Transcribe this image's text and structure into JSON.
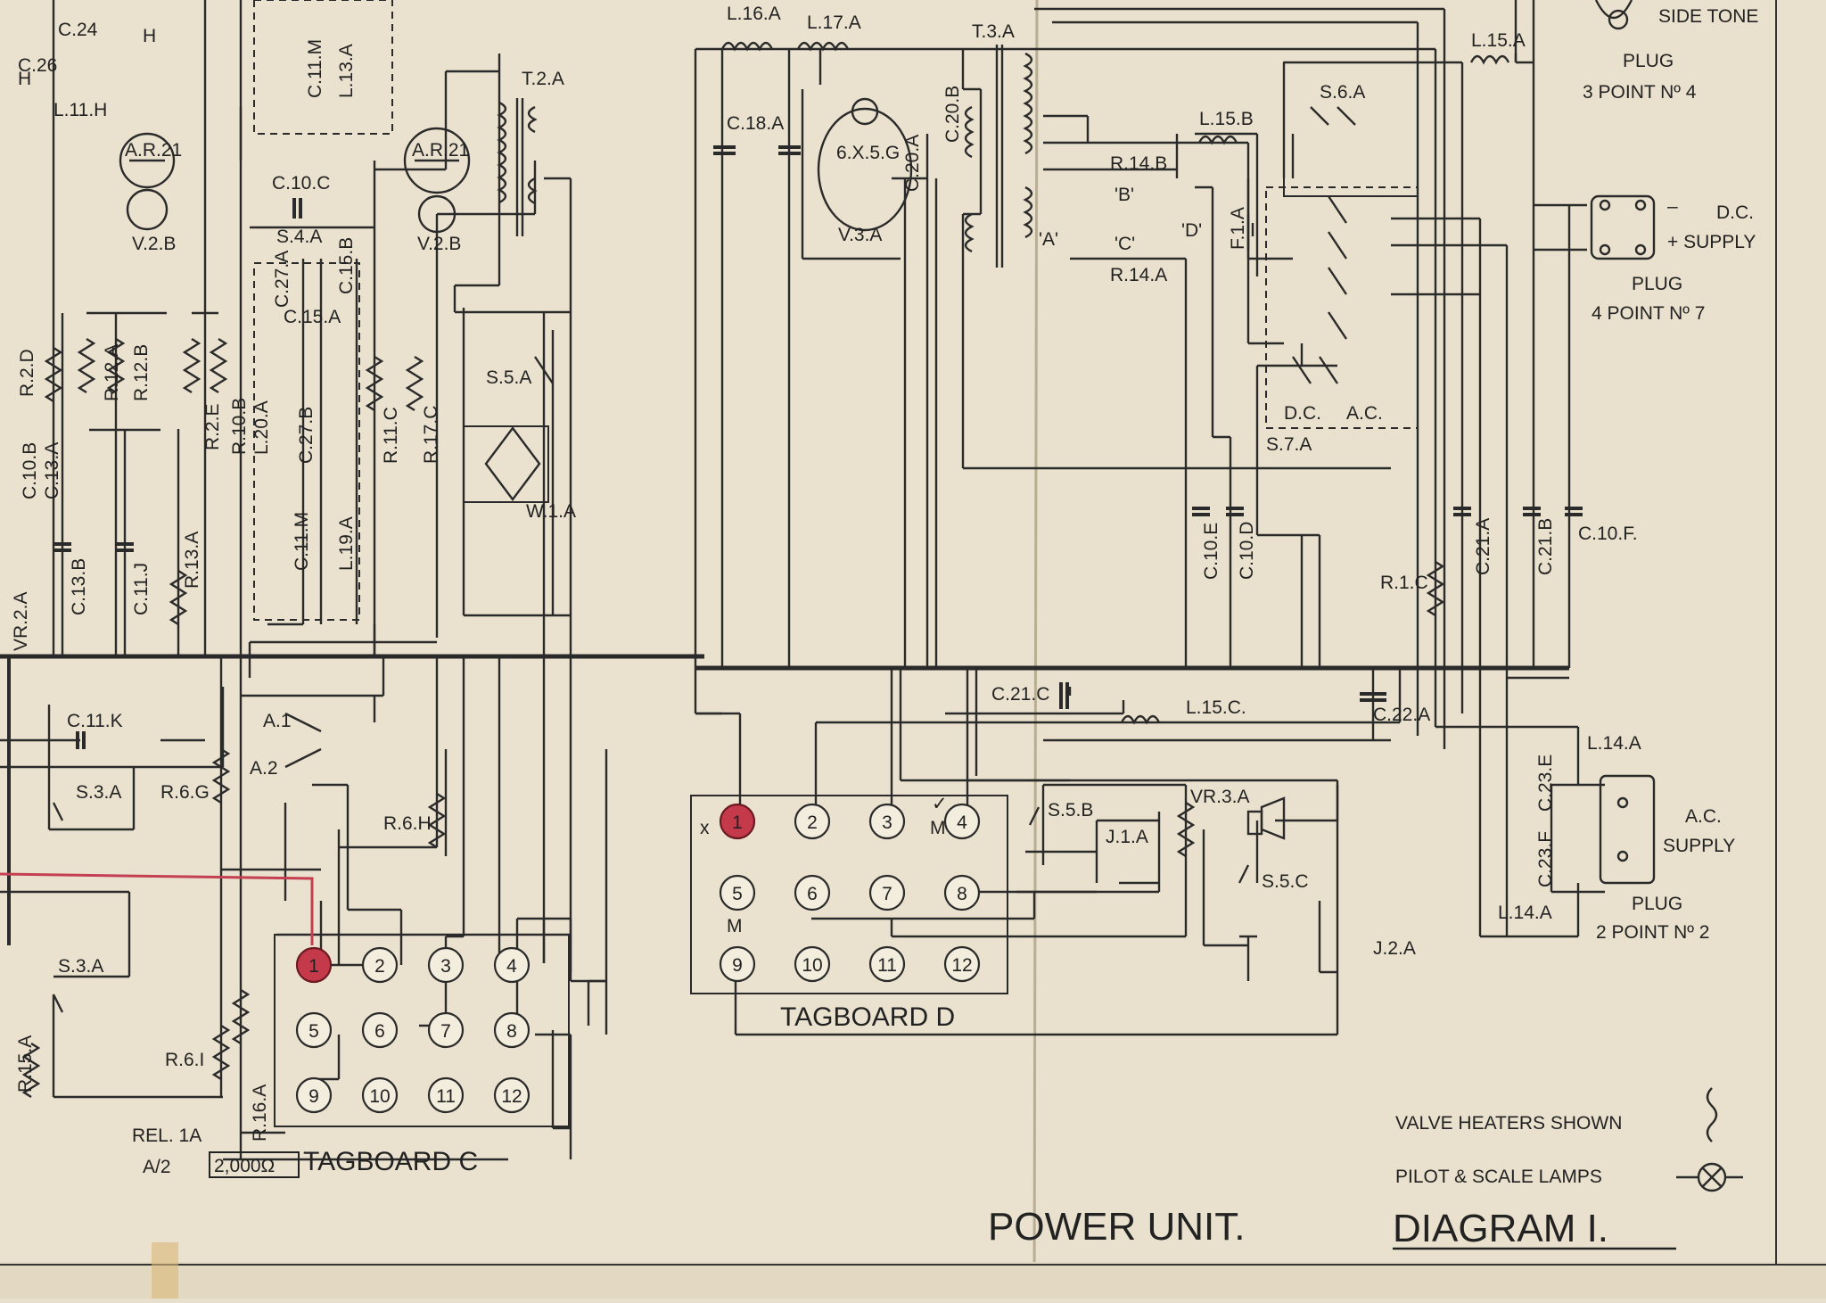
{
  "diagram": {
    "title": "POWER UNIT.",
    "diagram_no": "DIAGRAM I.",
    "tagboard_c": "TAGBOARD C",
    "tagboard_d": "TAGBOARD D",
    "rel_label": "REL. 1A",
    "rel_sub": "A/2",
    "rel_ohms": "2,000Ω",
    "legend": {
      "heaters": "VALVE HEATERS SHOWN",
      "lamps": "PILOT & SCALE LAMPS"
    },
    "plugs": {
      "side_tone": "SIDE TONE",
      "plug_a": "PLUG",
      "plug_a_sub": "3 POINT Nº 4",
      "dc_minus": "–",
      "dc_label": "D.C.",
      "dc_plus": "+ SUPPLY",
      "plug_b": "PLUG",
      "plug_b_sub": "4 POINT Nº 7",
      "ac_label": "A.C.",
      "ac_supply": "SUPPLY",
      "plug_c": "PLUG",
      "plug_c_sub": "2 POINT Nº 2"
    },
    "valves": {
      "v2b_left_type": "A.R.21",
      "v2b_left": "V.2.B",
      "v2b_right_type": "A.R.21",
      "v2b_right": "V.2.B",
      "v3a_type": "6.X.5.G",
      "v3a": "V.3.A"
    },
    "components": {
      "l16a": "L.16.A",
      "l17a": "L.17.A",
      "t3a": "T.3.A",
      "t2a": "T.2.A",
      "l15a": "L.15.A",
      "l15b": "L.15.B",
      "l15c": "L.15.C.",
      "s6a": "S.6.A",
      "c18a": "C.18.A",
      "c20a": "C.20.A",
      "c20b": "C.20.B",
      "r14b": "R.14.B",
      "r14a": "R.14.A",
      "tap_a": "'A'",
      "tap_b": "'B'",
      "tap_c": "'C'",
      "tap_d": "'D'",
      "f1a": "F.1.A",
      "dc": "D.C.",
      "ac": "A.C.",
      "s7a": "S.7.A",
      "c10e": "C.10.E",
      "c10d": "C.10.D",
      "c21a": "C.21.A",
      "c21b": "C.21.B",
      "c10f": "C.10.F.",
      "r1c": "R.1.C",
      "c21c": "C.21.C",
      "c22a": "C.22.A",
      "l14a_top": "L.14.A",
      "c23e": "C.23.E",
      "c23f": "C.23.F",
      "l14a_bot": "L.14.A",
      "s5b": "S.5.B",
      "j1a": "J.1.A",
      "vr3a": "VR.3.A",
      "s5c": "S.5.C",
      "j2a": "J.2.A",
      "c10c": "C.10.C",
      "s4a": "S.4.A",
      "c27a": "C.27.A",
      "c15b": "C.15.B",
      "c15a": "C.15.A",
      "l20a": "L.20.A",
      "c27b": "C.27.B",
      "c11m": "C.11.M",
      "l19a": "L.19.A",
      "r2d": "R.2.D",
      "r12a": "R.12.A",
      "r12b": "R.12.B",
      "r2e": "R.2.E",
      "r10b": "R.10.B",
      "r11c": "R.11.C",
      "r17c": "R.17.C",
      "s5a": "S.5.A",
      "w1a": "W.1.A",
      "c10b": "C.10.B",
      "c13a": "C.13.A",
      "c13b": "C.13.B",
      "c11j": "C.11.J",
      "r13a": "R.13.A",
      "vr2a": "VR.2.A",
      "c11k": "C.11.K",
      "s3a_top": "S.3.A",
      "r6g": "R.6.G",
      "a1": "A.1",
      "a2": "A.2",
      "r6h": "R.6.H",
      "s3a_bot": "S.3.A",
      "r16a": "R.16.A",
      "r6i": "R.6.I",
      "r15a": "R.15.A",
      "c26": "C.26",
      "c24": "C.24",
      "h1": "H",
      "h2": "H",
      "l11h": "L.11.H",
      "c11m_top": "C.11.M",
      "l13a": "L.13.A"
    },
    "tagboard_c_pins": [
      "1",
      "2",
      "3",
      "4",
      "5",
      "6",
      "7",
      "8",
      "9",
      "10",
      "11",
      "12"
    ],
    "tagboard_d_pins": [
      "1",
      "2",
      "3",
      "4",
      "5",
      "6",
      "7",
      "8",
      "9",
      "10",
      "11",
      "12"
    ],
    "marks": {
      "x": "x",
      "check": "✓",
      "m1": "M",
      "m2": "M"
    }
  }
}
